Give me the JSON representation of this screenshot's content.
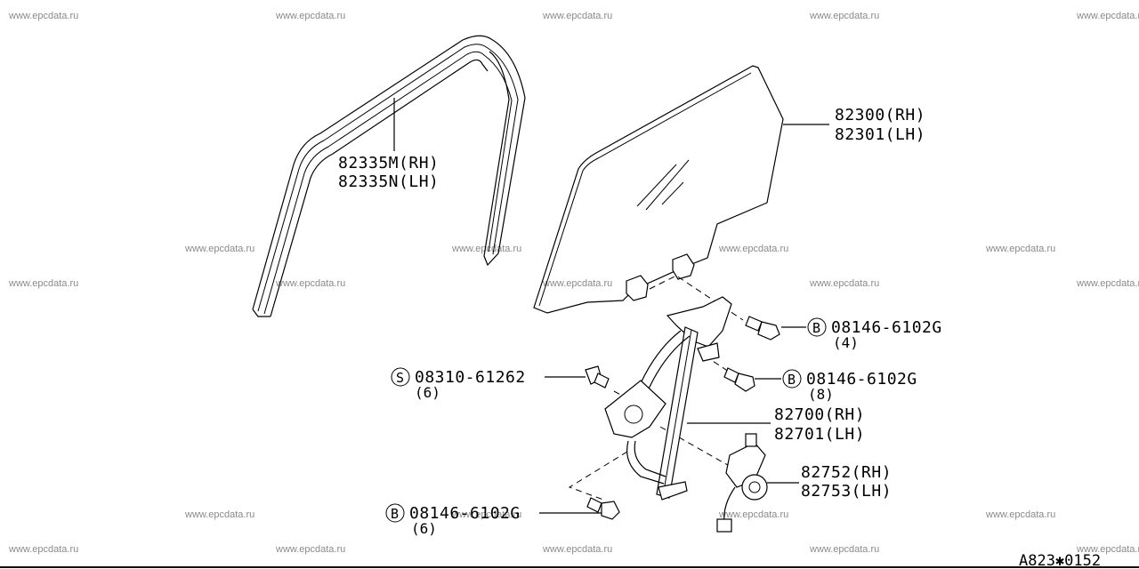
{
  "watermark": "www.epcdata.ru",
  "diagram_code": "A823✱0152",
  "parts": {
    "weatherstrip": {
      "line1": "82335M(RH)",
      "line2": "82335N(LH)"
    },
    "glass": {
      "line1": "82300(RH)",
      "line2": "82301(LH)"
    },
    "regulator": {
      "line1": "82700(RH)",
      "line2": "82701(LH)"
    },
    "motor": {
      "line1": "82752(RH)",
      "line2": "82753(LH)"
    },
    "bolt_glass": {
      "symbol": "B",
      "number": "08146-6102G",
      "qty": "(4)"
    },
    "bolt_regulator": {
      "symbol": "B",
      "number": "08146-6102G",
      "qty": "(8)"
    },
    "screw_regulator": {
      "symbol": "S",
      "number": "08310-61262",
      "qty": "(6)"
    },
    "bolt_motor": {
      "symbol": "B",
      "number": "08146-6102G",
      "qty": "(6)"
    }
  }
}
